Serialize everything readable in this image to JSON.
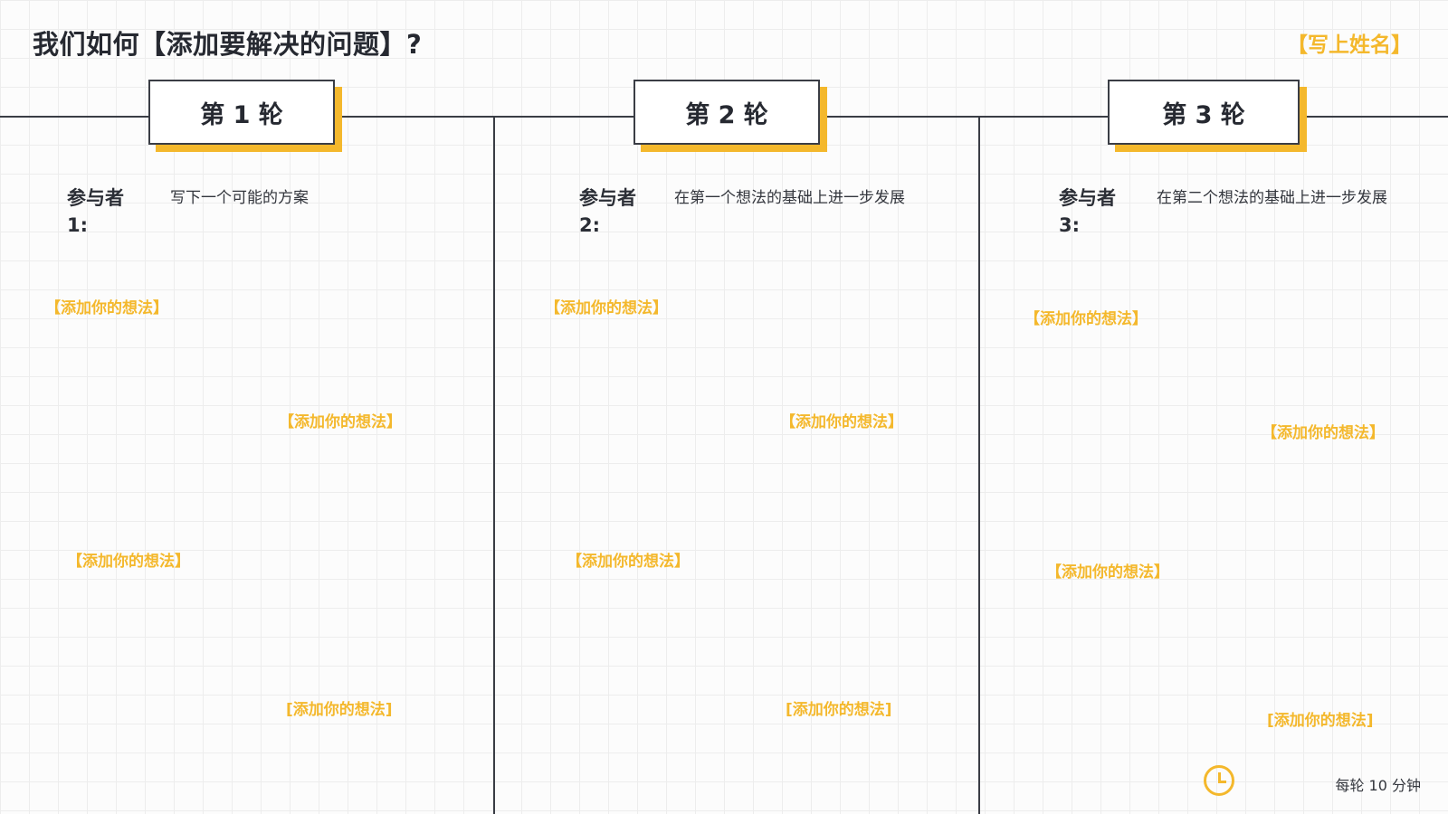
{
  "header": {
    "title": "我们如何【添加要解决的问题】?",
    "name_placeholder": "【写上姓名】"
  },
  "rounds": [
    {
      "label": "第 1 轮",
      "participant": "参与者 1:",
      "instruction": "写下一个可能的方案",
      "ideas": [
        "【添加你的想法】",
        "【添加你的想法】",
        "【添加你的想法】",
        "[添加你的想法]"
      ]
    },
    {
      "label": "第 2 轮",
      "participant": "参与者 2:",
      "instruction": "在第一个想法的基础上进一步发展",
      "ideas": [
        "【添加你的想法】",
        "【添加你的想法】",
        "【添加你的想法】",
        "[添加你的想法]"
      ]
    },
    {
      "label": "第 3 轮",
      "participant": "参与者 3:",
      "instruction": "在第二个想法的基础上进一步发展",
      "ideas": [
        "【添加你的想法】",
        "【添加你的想法】",
        "【添加你的想法】",
        "[添加你的想法]"
      ]
    }
  ],
  "footer": {
    "timer_icon": "clock-icon",
    "timer_text": "每轮 10 分钟"
  },
  "colors": {
    "accent": "#f4b82c",
    "ink": "#2b2e36",
    "line": "#3a3d45"
  }
}
